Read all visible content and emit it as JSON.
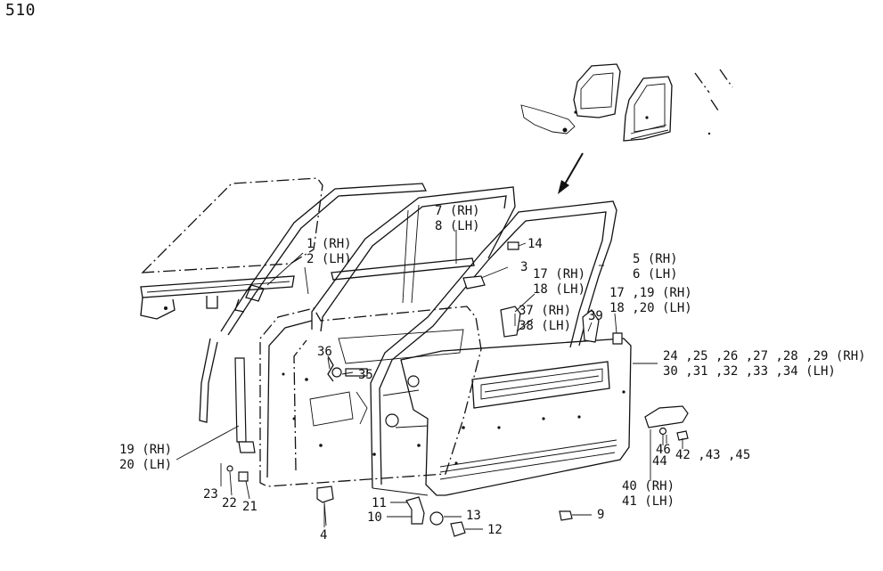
{
  "page_number": "510",
  "colors": {
    "line": "#111111",
    "background": "#ffffff"
  },
  "callouts": {
    "c1": "1 (RH)",
    "c2": "2 (LH)",
    "c3": "3",
    "c4": "4",
    "c7": "7 (RH)",
    "c8": "8 (LH)",
    "c5": "5 (RH)",
    "c6": "6 (LH)",
    "c9": "9",
    "c10": "10",
    "c11": "11",
    "c12": "12",
    "c13": "13",
    "c14": "14",
    "c17": "17 (RH)",
    "c18": "18 (LH)",
    "c17_19": "17 ,19 (RH)",
    "c18_20": "18 ,20 (LH)",
    "c19": "19 (RH)",
    "c20": "20 (LH)",
    "c21": "21",
    "c22": "22",
    "c23": "23",
    "c24_29": "24 ,25 ,26 ,27 ,28 ,29 (RH)",
    "c30_34": "30 ,31 ,32 ,33 ,34 (LH)",
    "c35": "35",
    "c36": "36",
    "c37": "37 (RH)",
    "c38": "38 (LH)",
    "c39": "39",
    "c40": "40 (RH)",
    "c41": "41 (LH)",
    "c42_45": "42 ,43 ,45",
    "c44": "44",
    "c46": "46"
  }
}
